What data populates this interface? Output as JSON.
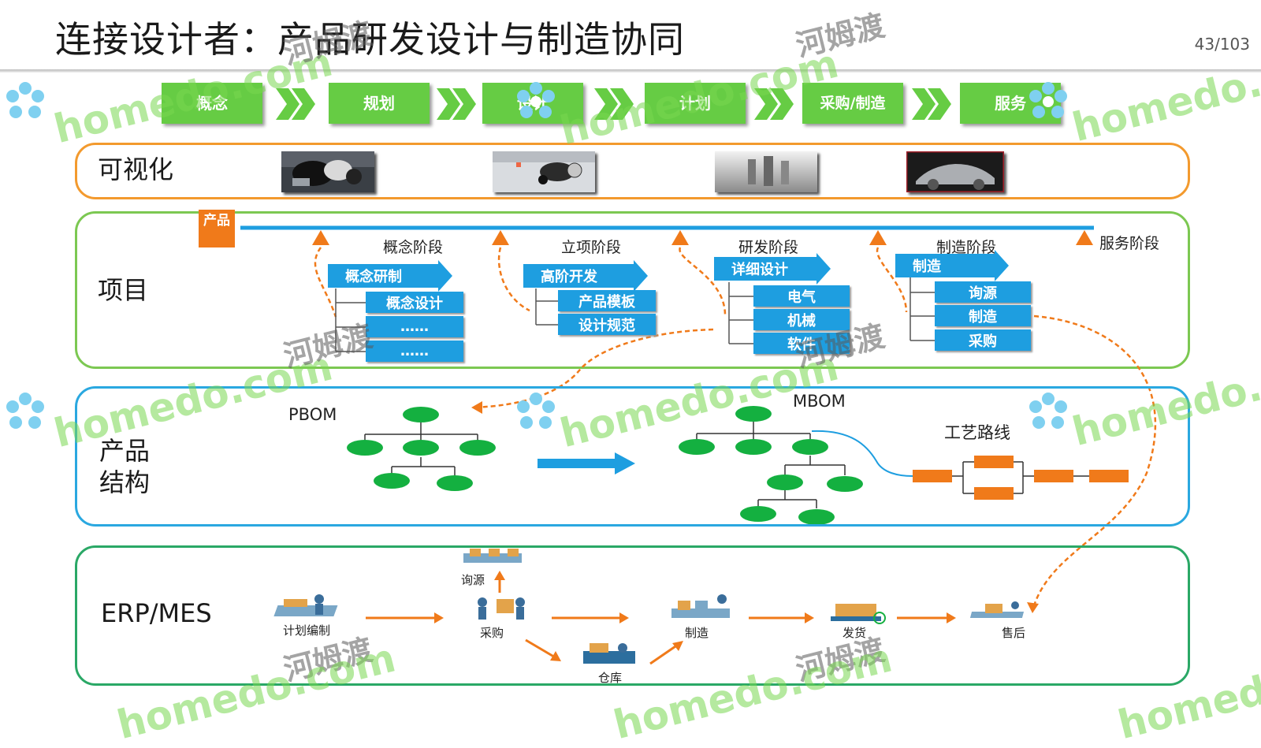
{
  "header": {
    "title": "连接设计者：产品研发设计与制造协同",
    "page_number": "43/103"
  },
  "process_stages": [
    "概念",
    "规划",
    "设计",
    "计划",
    "采购/制造",
    "服务"
  ],
  "lanes": {
    "visualization": "可视化",
    "project": "项目",
    "structure": "产品结构",
    "erp": "ERP/MES"
  },
  "project": {
    "product_tag": "产品",
    "phases": [
      "概念阶段",
      "立项阶段",
      "研发阶段",
      "制造阶段",
      "服务阶段"
    ],
    "groups": [
      {
        "head": "概念研制",
        "items": [
          "概念设计",
          "……",
          "……"
        ]
      },
      {
        "head": "高阶开发",
        "items": [
          "产品模板",
          "设计规范"
        ]
      },
      {
        "head": "详细设计",
        "items": [
          "电气",
          "机械",
          "软件"
        ]
      },
      {
        "head": "制造",
        "items": [
          "询源",
          "制造",
          "采购"
        ]
      }
    ]
  },
  "structure": {
    "pbom": "PBOM",
    "mbom": "MBOM",
    "routing": "工艺路线"
  },
  "erp": {
    "steps": [
      "计划编制",
      "询源",
      "采购",
      "仓库",
      "制造",
      "发货",
      "售后"
    ]
  },
  "watermarks": {
    "en": "homedo.com",
    "cn": "河姆渡"
  },
  "colors": {
    "stage_green": "#66cc44",
    "vis_orange": "#f39a2e",
    "project_green": "#7cc852",
    "structure_blue": "#2aa8e0",
    "erp_green": "#2aa866",
    "task_blue": "#1e9ee0",
    "node_green": "#14b040",
    "route_orange": "#f07a1a"
  }
}
